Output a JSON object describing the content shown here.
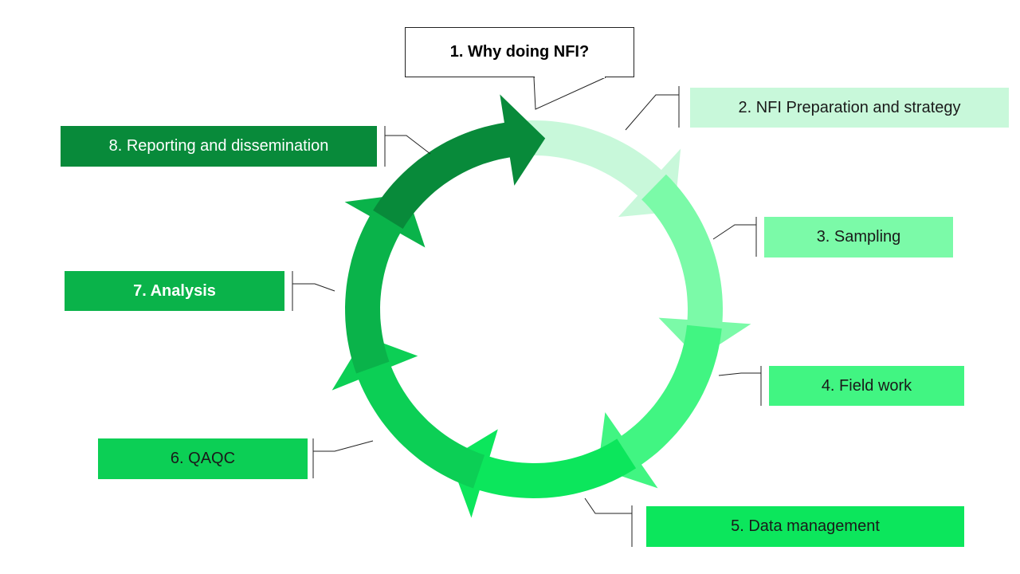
{
  "callout": {
    "text": "1. Why doing NFI?"
  },
  "steps": [
    {
      "label": "2. NFI Preparation and strategy",
      "color": "#c8f8da",
      "text_color": "#1a1a1a"
    },
    {
      "label": "3. Sampling",
      "color": "#7bfaa8",
      "text_color": "#1a1a1a"
    },
    {
      "label": "4. Field work",
      "color": "#41f582",
      "text_color": "#1a1a1a"
    },
    {
      "label": "5. Data management",
      "color": "#0ce65c",
      "text_color": "#1a1a1a"
    },
    {
      "label": "6. QAQC",
      "color": "#0ccf55",
      "text_color": "#1a1a1a"
    },
    {
      "label": "7. Analysis",
      "color": "#0ab34a",
      "text_color": "#ffffff"
    },
    {
      "label": "8. Reporting and dissemination",
      "color": "#088a3a",
      "text_color": "#ffffff"
    }
  ],
  "arc_colors": [
    "#c8f8da",
    "#7bfaa8",
    "#41f582",
    "#0ce65c",
    "#0ccf55",
    "#0ab34a",
    "#088a3a"
  ]
}
